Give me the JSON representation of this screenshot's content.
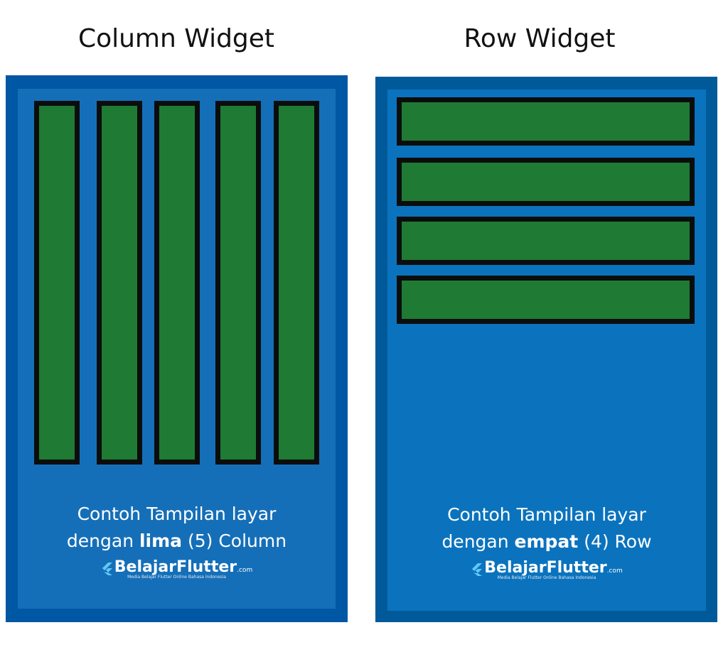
{
  "left": {
    "title": "Column Widget",
    "caption_line1": "Contoh Tampilan layar",
    "caption_pre": "dengan ",
    "caption_bold": "lima",
    "caption_post": " (5) Column",
    "column_count": 5
  },
  "right": {
    "title": "Row Widget",
    "caption_line1": "Contoh Tampilan layar",
    "caption_pre": "dengan ",
    "caption_bold": "empat",
    "caption_post": " (4) Row",
    "row_count": 4
  },
  "logo": {
    "name": "BelajarFlutter",
    "domain": ".com",
    "tagline": "Media Belajar Flutter Online Bahasa Indonesia",
    "icon": "flutter-logo-icon"
  },
  "colors": {
    "panel_outer": "#0057a3",
    "panel_inner": "#156fb8",
    "bar_fill": "#1f7a34",
    "bar_border": "#0b0d0d"
  }
}
